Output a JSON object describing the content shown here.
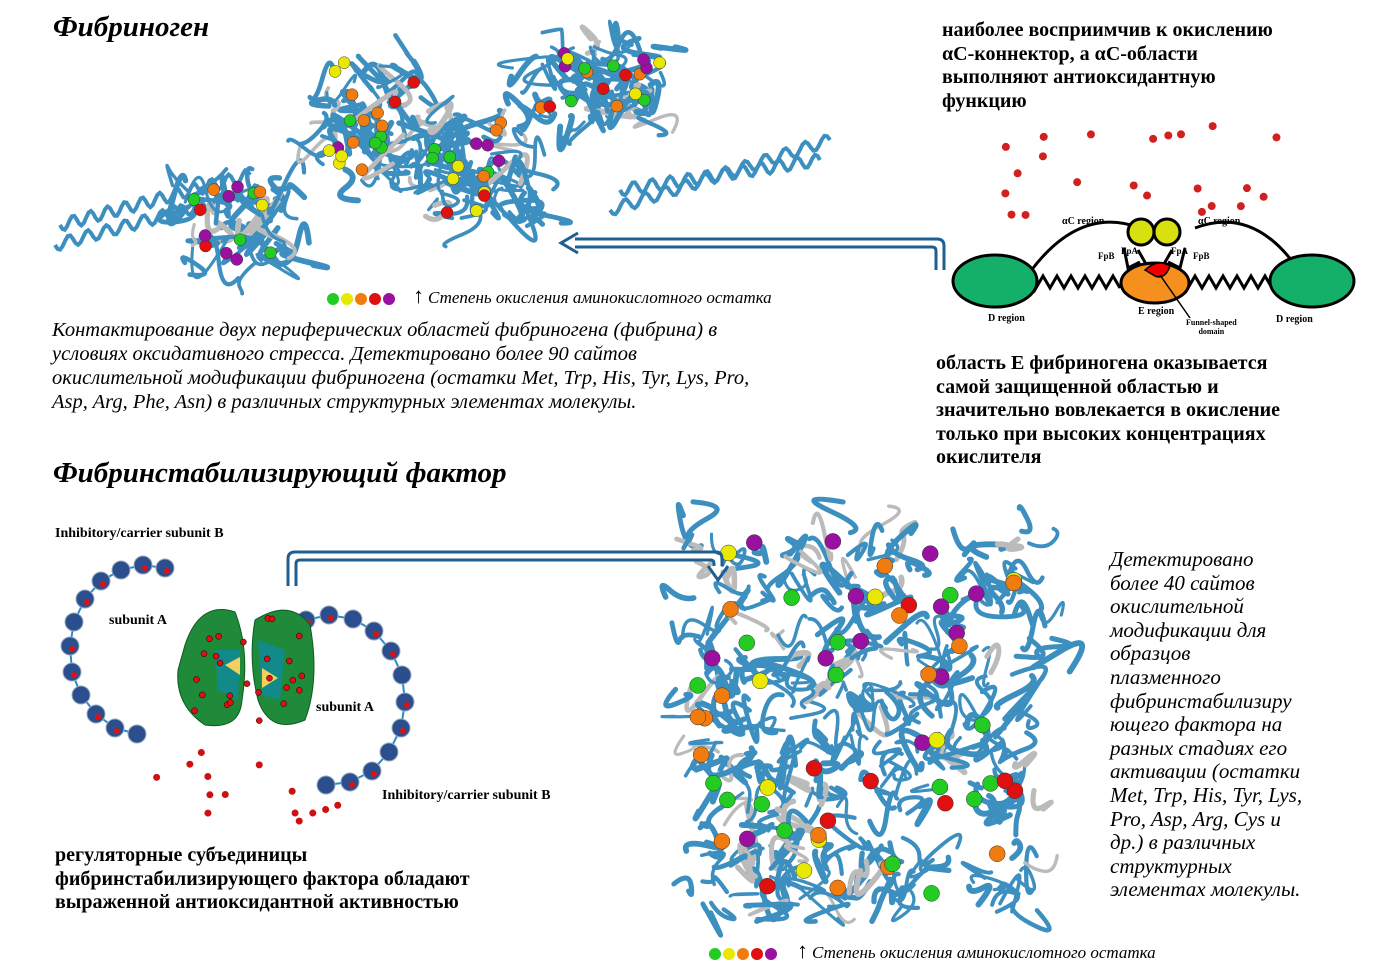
{
  "fibrinogen": {
    "title": "Фибриноген",
    "legend_text": "Степень окисления аминокислотного остатка",
    "legend_arrow": "↑",
    "description": "Контактирование двух периферических областей фибриногена (фибрина) в\nусловиях оксидативного стресса. Детектировано более 90 сайтов\nокислительной модификации фибриногена (остатки Met, Trp, His, Tyr, Lys, Pro,\nAsp, Arg, Phe, Asn) в различных структурных элементах молекулы.",
    "note_top": "наиболее восприимчив к окислению\nαC-коннектор, а αC-области\nвыполняют антиоксидантную\nфункцию",
    "note_bottom": "область Е фибриногена оказывается\nсамой защищенной областью и\nзначительно вовлекается в окисление\nтолько при высоких концентрациях\nокислителя",
    "diagram": {
      "ac_left": "αC region",
      "ac_right": "αC region",
      "fpb_left": "FpB",
      "fpa_left": "FpA",
      "fpa_right": "FpA",
      "fpb_right": "FpB",
      "d_left": "D region",
      "e_region": "E region",
      "funnel": "Funnel-shaped\ndomain",
      "d_right": "D region"
    }
  },
  "fxiii": {
    "title": "Фибринстабилизирующий фактор",
    "label_b_top": "Inhibitory/carrier subunit B",
    "label_a_left": "subunit A",
    "label_a_right": "subunit A",
    "label_b_bottom": "Inhibitory/carrier subunit B",
    "note_bottom": "регуляторные субъединицы\nфибринстабилизирующего фактора обладают\nвыраженной антиоксидантной активностью",
    "description": "Детектировано\nболее 40 сайтов\nокислительной\nмодификации для\nобразцов\nплазменного\nфибринстабилизиру\nющего фактора на\nразных стадиях его\nактивации (остатки\nMet, Trp, His, Tyr, Lys,\nPro, Asp, Arg, Cys и\nдр.) в различных\nструктурных\nэлементах молекулы.",
    "legend_text": "Степень окисления аминокислотного остатка",
    "legend_arrow": "↑"
  },
  "colors": {
    "legend": [
      "#22cc22",
      "#e8e800",
      "#f07c10",
      "#e01010",
      "#9a10a0"
    ],
    "ribbon": "#3d8fc0",
    "arrow": "#1f5f8f",
    "d_region": "#14b06a",
    "e_region": "#f5901e",
    "ac_ball": "#d8e010",
    "oxidant": "#d02020"
  }
}
